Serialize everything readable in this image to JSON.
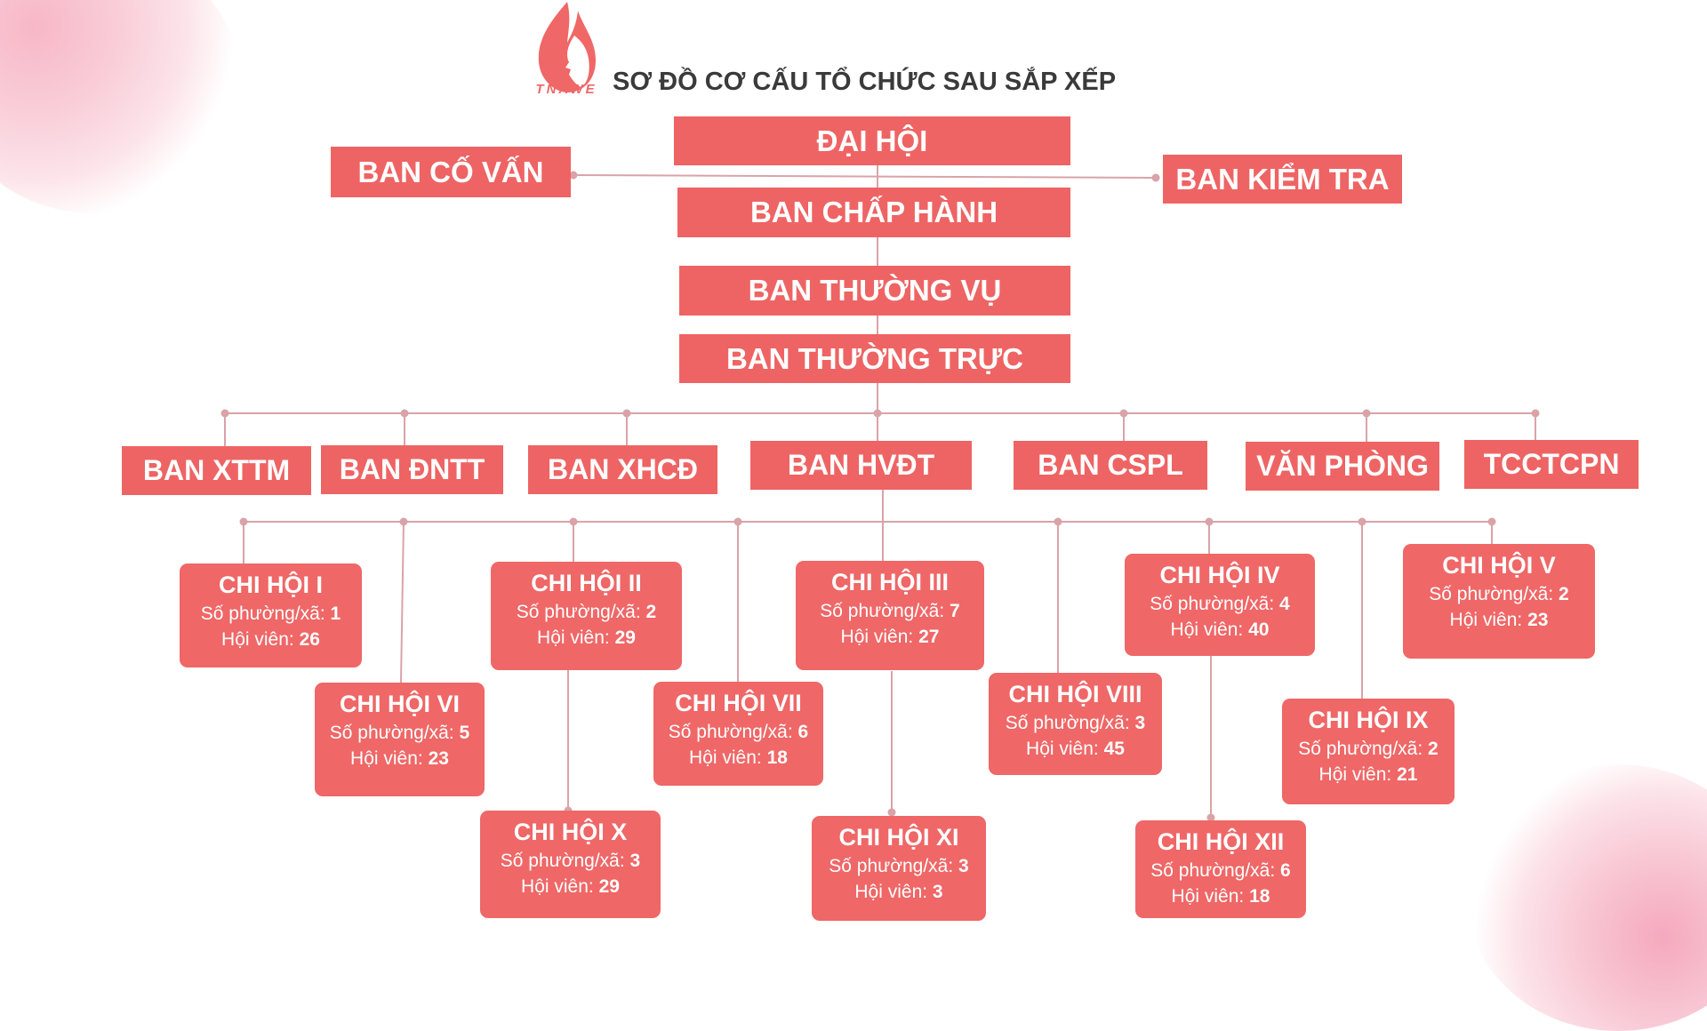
{
  "header": {
    "logo_text": "TNAWE",
    "title": "SƠ ĐỒ CƠ CẤU TỔ CHỨC SAU SẮP XẾP"
  },
  "top": {
    "dai_hoi": "ĐẠI HỘI",
    "ban_co_van": "BAN CỐ VẤN",
    "ban_kiem_tra": "BAN KIỂM TRA",
    "ban_chap_hanh": "BAN CHẤP HÀNH",
    "ban_thuong_vu": "BAN THƯỜNG VỤ",
    "ban_thuong_truc": "BAN THƯỜNG TRỰC"
  },
  "departments": [
    "BAN XTTM",
    "BAN ĐNTT",
    "BAN XHCĐ",
    "BAN HVĐT",
    "BAN CSPL",
    "VĂN PHÒNG",
    "TCCTCPN"
  ],
  "labels": {
    "wards": "Số phường/xã:",
    "members": "Hội viên:"
  },
  "branches": [
    {
      "name": "CHI HỘI I",
      "wards": "1",
      "members": "26"
    },
    {
      "name": "CHI HỘI II",
      "wards": "2",
      "members": "29"
    },
    {
      "name": "CHI HỘI III",
      "wards": "7",
      "members": "27"
    },
    {
      "name": "CHI HỘI IV",
      "wards": "4",
      "members": "40"
    },
    {
      "name": "CHI HỘI V",
      "wards": "2",
      "members": "23"
    },
    {
      "name": "CHI HỘI VI",
      "wards": "5",
      "members": "23"
    },
    {
      "name": "CHI HỘI VII",
      "wards": "6",
      "members": "18"
    },
    {
      "name": "CHI HỘI VIII",
      "wards": "3",
      "members": "45"
    },
    {
      "name": "CHI HỘI IX",
      "wards": "2",
      "members": "21"
    },
    {
      "name": "CHI HỘI X",
      "wards": "3",
      "members": "29"
    },
    {
      "name": "CHI HỘI XI",
      "wards": "3",
      "members": "3"
    },
    {
      "name": "CHI HỘI XII",
      "wards": "6",
      "members": "18"
    }
  ],
  "colors": {
    "box": "#ee6464",
    "connector": "#d9a3a8",
    "title": "#3a3a3a"
  }
}
